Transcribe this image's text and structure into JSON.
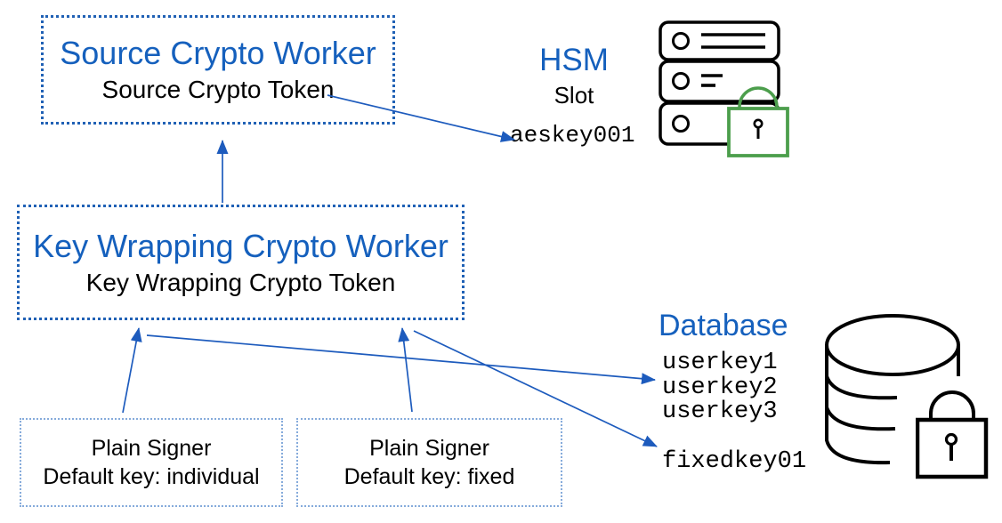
{
  "diagram": {
    "source_worker": {
      "title": "Source Crypto Worker",
      "token": "Source Crypto Token"
    },
    "key_wrapping_worker": {
      "title": "Key Wrapping Crypto Worker",
      "token": "Key Wrapping Crypto Token"
    },
    "plain_signer_individual": {
      "title": "Plain Signer",
      "default_key": "Default key: individual"
    },
    "plain_signer_fixed": {
      "title": "Plain Signer",
      "default_key": "Default key: fixed"
    },
    "hsm": {
      "title": "HSM",
      "slot_label": "Slot",
      "slot_key": "aeskey001"
    },
    "database": {
      "title": "Database",
      "user_keys": [
        "userkey1",
        "userkey2",
        "userkey3"
      ],
      "fixed_key": "fixedkey01"
    },
    "icons": {
      "server_stack": "server-stack-icon",
      "green_padlock": "locked-padlock-icon",
      "database_cylinder": "database-cylinder-icon",
      "black_padlock": "locked-padlock-icon"
    },
    "colors": {
      "heading_blue": "#1560bd",
      "worker_border_blue": "#2061b5",
      "signer_border_blue": "#86abdb",
      "arrow_blue": "#1d5bbd",
      "lock_green": "#4c9e4c",
      "icon_black": "#000000"
    }
  }
}
